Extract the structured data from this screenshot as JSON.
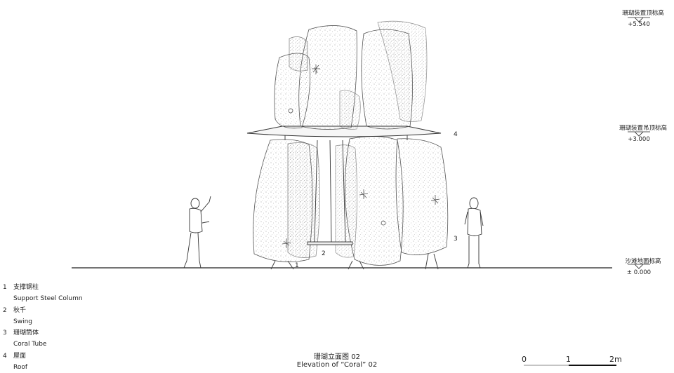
{
  "levels": [
    {
      "label": "珊瑚装置顶标高",
      "value": "+5.540"
    },
    {
      "label": "珊瑚装置吊顶标高",
      "value": "+3.000"
    },
    {
      "label": "沙滩地面标高",
      "value": "± 0.000"
    }
  ],
  "callouts": {
    "c1": "1",
    "c2": "2",
    "c3": "3",
    "c4": "4"
  },
  "legend": [
    {
      "num": "1",
      "zh": "支撑钢柱",
      "en": "Support Steel Column"
    },
    {
      "num": "2",
      "zh": "秋千",
      "en": "Swing"
    },
    {
      "num": "3",
      "zh": "珊瑚筒体",
      "en": "Coral Tube"
    },
    {
      "num": "4",
      "zh": "屋面",
      "en": "Roof"
    }
  ],
  "caption": {
    "zh": "珊瑚立面图 02",
    "en": "Elevation of  “Coral”  02"
  },
  "scale_bar": {
    "ticks": [
      "0",
      "1",
      "2m"
    ]
  }
}
